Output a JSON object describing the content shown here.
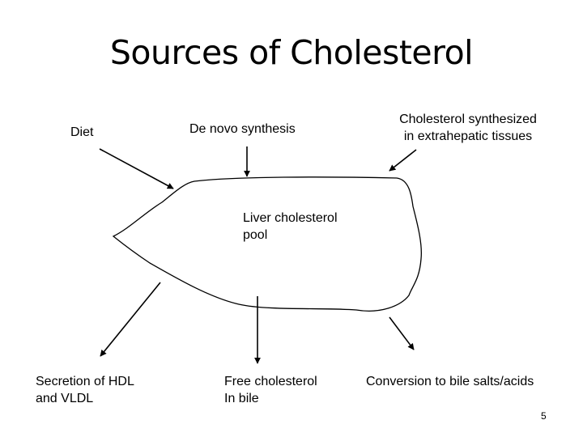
{
  "title": "Sources of Cholesterol",
  "sources": {
    "diet": "Diet",
    "de_novo": "De novo synthesis",
    "extrahepatic_line1": "Cholesterol synthesized",
    "extrahepatic_line2": "in extrahepatic tissues"
  },
  "pool": {
    "line1": "Liver cholesterol",
    "line2": "pool"
  },
  "fates": {
    "secretion_line1": "Secretion of HDL",
    "secretion_line2": "and VLDL",
    "bile_line1": "Free cholesterol",
    "bile_line2": "In bile",
    "conversion": "Conversion to bile salts/acids"
  },
  "page_number": "5"
}
